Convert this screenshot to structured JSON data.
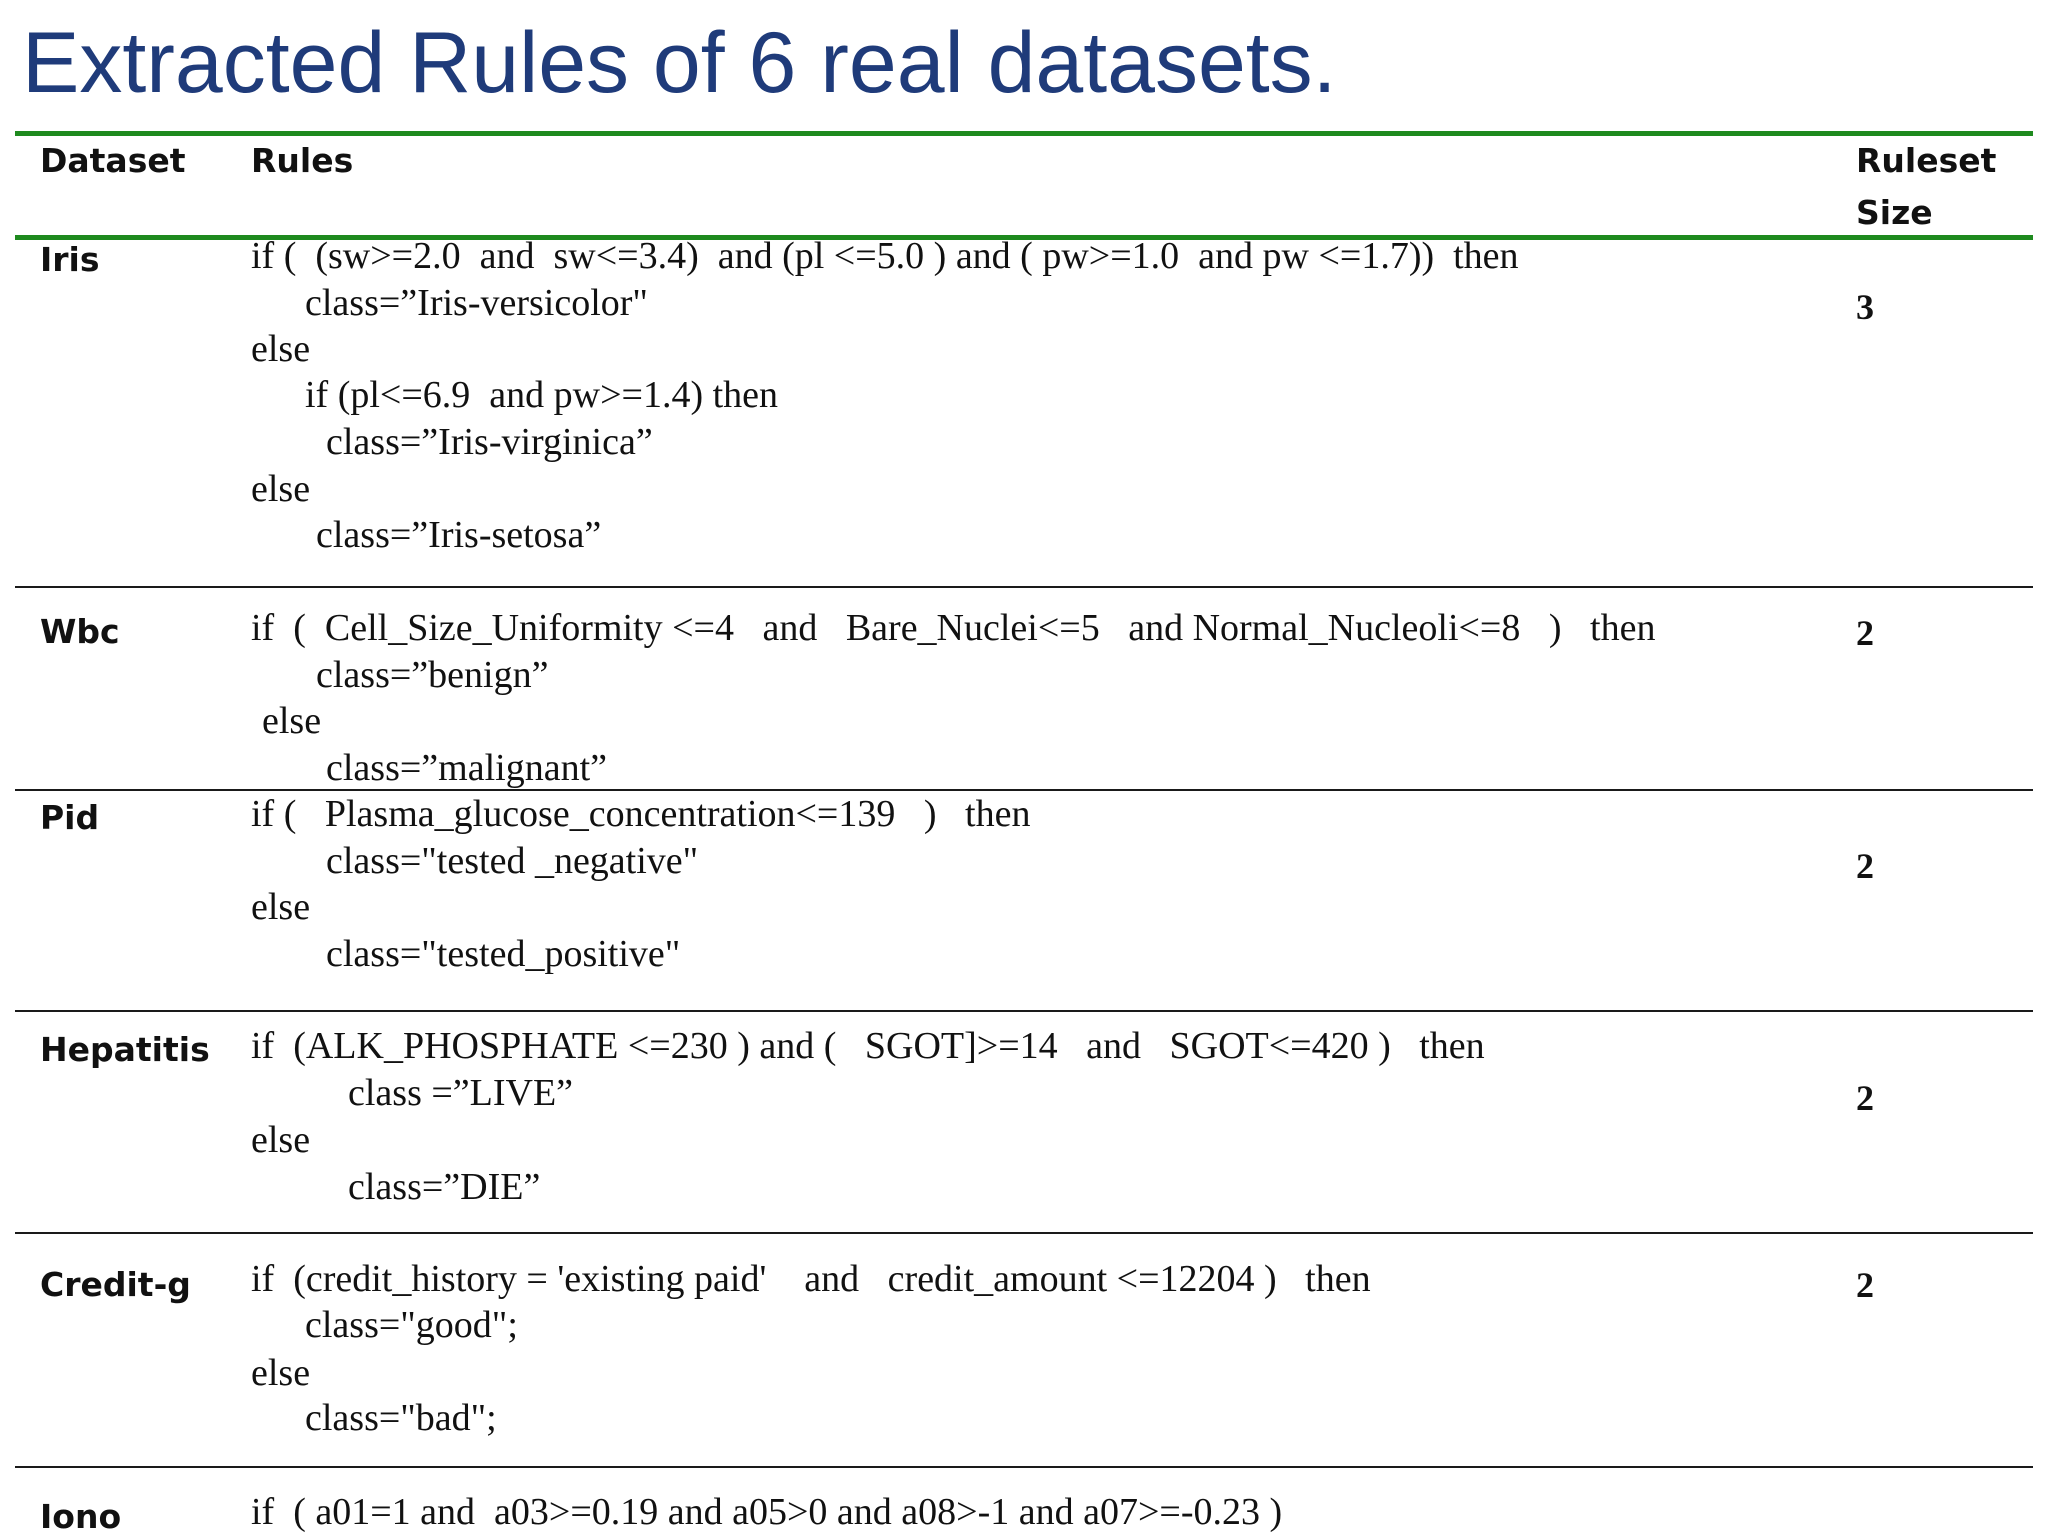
{
  "title": "Extracted Rules of 6 real datasets.",
  "table": {
    "headers": {
      "dataset": "Dataset",
      "rules": "Rules",
      "size_line1": "Ruleset",
      "size_line2": "Size"
    },
    "rows": [
      {
        "dataset": "Iris",
        "size": "3",
        "lines": [
          "if (  (sw>=2.0  and  sw<=3.4)  and (pl <=5.0 ) and ( pw>=1.0  and pw <=1.7))  then",
          "class=”Iris-versicolor\"",
          "else",
          "if (pl<=6.9  and pw>=1.4) then",
          "class=”Iris-virginica”",
          "else",
          "class=”Iris-setosa”"
        ]
      },
      {
        "dataset": "Wbc",
        "size": "2",
        "lines": [
          "if  (  Cell_Size_Uniformity <=4   and   Bare_Nuclei<=5   and Normal_Nucleoli<=8   )   then",
          "class=”benign”",
          "else",
          "class=”malignant”"
        ]
      },
      {
        "dataset": "Pid",
        "size": "2",
        "lines": [
          "if (   Plasma_glucose_concentration<=139   )   then",
          "class=\"tested _negative\"",
          "else",
          "class=\"tested_positive\""
        ]
      },
      {
        "dataset": "Hepatitis",
        "size": "2",
        "lines": [
          "if  (ALK_PHOSPHATE <=230 ) and (   SGOT]>=14   and   SGOT<=420 )   then",
          "class =”LIVE”",
          "else",
          "class=”DIE”"
        ]
      },
      {
        "dataset": "Credit-g",
        "size": "2",
        "lines": [
          "if  (credit_history = 'existing paid'    and   credit_amount <=12204 )   then",
          "class=\"good\";",
          "else",
          "class=\"bad\";"
        ]
      },
      {
        "dataset": "Iono",
        "size": "",
        "lines": [
          "if  ( a01=1 and  a03>=0.19 and a05>0 and a08>-1 and a07>=-0.23 )"
        ]
      }
    ]
  }
}
